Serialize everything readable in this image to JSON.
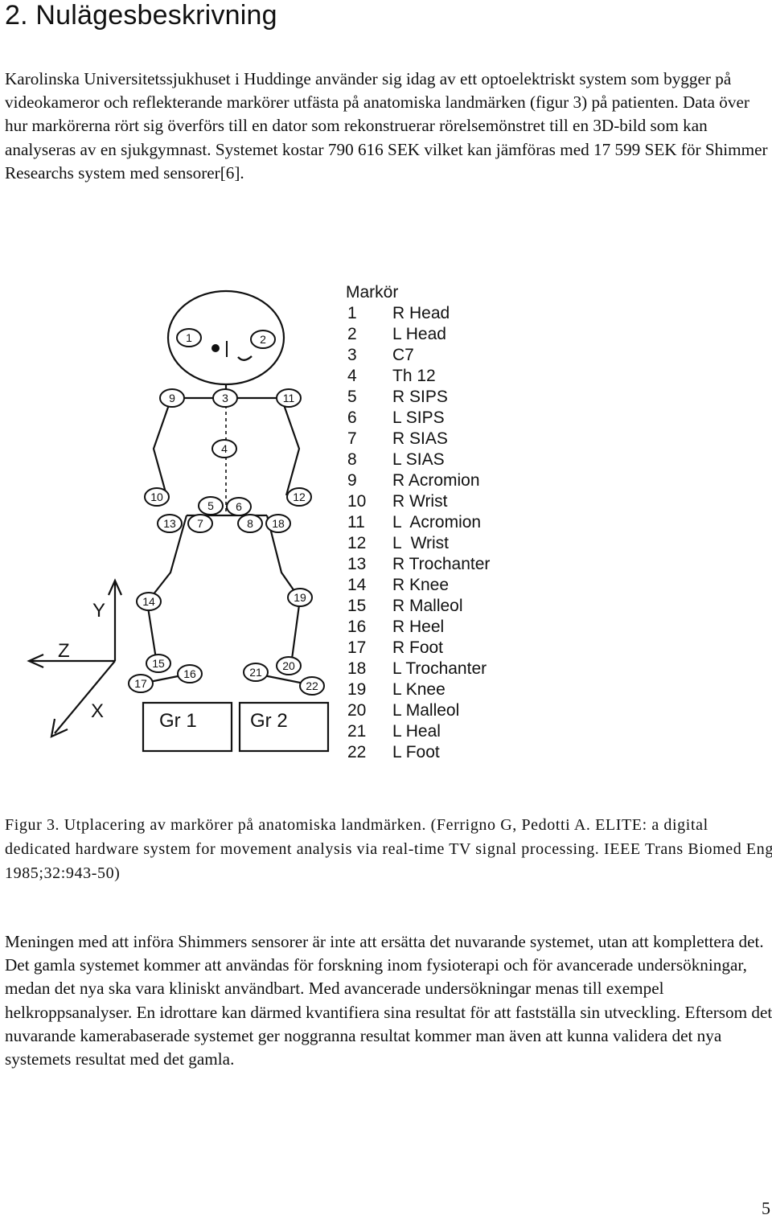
{
  "heading": "2. Nulägesbeskrivning",
  "intro_paragraph": "Karolinska Universitetssjukhuset i Huddinge använder sig idag av ett optoelektriskt system som bygger på videokameror och reflekterande markörer utfästa på anatomiska landmärken (figur 3) på patienten. Data över hur markörerna rört sig överförs till en dator som rekonstruerar rörelsemönstret till en 3D-bild som kan analyseras av en sjukgymnast. Systemet kostar 790 616 SEK vilket kan jämföras med 17 599 SEK för Shimmer Researchs system med sensorer[6].",
  "figure": {
    "legend_title": "Markör",
    "markers": [
      {
        "num": "1",
        "name": "R Head"
      },
      {
        "num": "2",
        "name": "L Head"
      },
      {
        "num": "3",
        "name": "C7"
      },
      {
        "num": "4",
        "name": "Th 12"
      },
      {
        "num": "5",
        "name": "R SIPS"
      },
      {
        "num": "6",
        "name": "L SIPS"
      },
      {
        "num": "7",
        "name": "R SIAS"
      },
      {
        "num": "8",
        "name": "L SIAS"
      },
      {
        "num": "9",
        "name": "R Acromion"
      },
      {
        "num": "10",
        "name": "R Wrist"
      },
      {
        "num": "11",
        "name": "L  Acromion"
      },
      {
        "num": "12",
        "name": "L  Wrist"
      },
      {
        "num": "13",
        "name": "R Trochanter"
      },
      {
        "num": "14",
        "name": "R Knee"
      },
      {
        "num": "15",
        "name": "R Malleol"
      },
      {
        "num": "16",
        "name": "R Heel"
      },
      {
        "num": "17",
        "name": "R Foot"
      },
      {
        "num": "18",
        "name": "L Trochanter"
      },
      {
        "num": "19",
        "name": "L Knee"
      },
      {
        "num": "20",
        "name": "L Malleol"
      },
      {
        "num": "21",
        "name": "L Heal"
      },
      {
        "num": "22",
        "name": "L Foot"
      }
    ],
    "axes": {
      "y": "Y",
      "z": "Z",
      "x": "X"
    },
    "plates": [
      "Gr 1",
      "Gr 2"
    ]
  },
  "caption": "Figur 3. Utplacering av markörer på anatomiska landmärken. (Ferrigno G, Pedotti A. ELITE: a digital dedicated hardware system for movement analysis via real-time TV signal processing. IEEE Trans Biomed Eng 1985;32:943-50)",
  "body_paragraph": "Meningen med att införa Shimmers sensorer är inte att ersätta det nuvarande systemet, utan att komplettera det. Det gamla systemet kommer att användas för forskning inom fysioterapi och för avancerade undersökningar, medan det nya ska vara kliniskt användbart. Med avancerade undersökningar menas till exempel helkroppsanalyser. En idrottare kan därmed kvantifiera sina resultat för att fastställa sin utveckling. Eftersom det nuvarande kamerabaserade systemet ger noggranna resultat kommer man även att kunna validera det nya systemets resultat med det gamla.",
  "page_number": "5"
}
